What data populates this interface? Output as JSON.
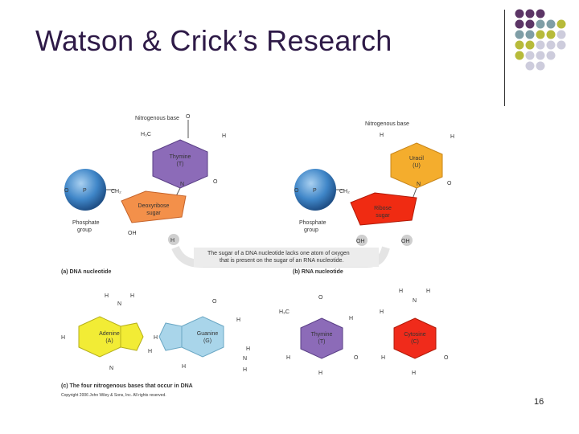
{
  "slide": {
    "title": "Watson & Crick’s Research",
    "page_number": "16"
  },
  "colors": {
    "title": "#2e1a47",
    "dot_purple": "#5c3566",
    "dot_teal": "#7f9ea6",
    "dot_olive": "#b7bb3a",
    "dot_lavender": "#cdccdc",
    "thymine": "#8c6bb8",
    "uracil": "#f4ad2d",
    "deoxyribose": "#f3904a",
    "ribose": "#f02b12",
    "adenine": "#f2ec35",
    "guanine": "#a9d5ea",
    "cytosine": "#f02b1b",
    "phosphate": "#3f86c8"
  },
  "figure": {
    "nitrogenous_base_a": "Nitrogenous base",
    "nitrogenous_base_b": "Nitrogenous base",
    "thymine_name": "Thymine",
    "thymine_abbr": "(T)",
    "uracil_name": "Uracil",
    "uracil_abbr": "(U)",
    "deoxyribose_1": "Deoxyribose",
    "deoxyribose_2": "sugar",
    "ribose_1": "Ribose",
    "ribose_2": "sugar",
    "phosphate_group_1": "Phosphate",
    "phosphate_group_2": "group",
    "phosphate_b_1": "Phosphate",
    "phosphate_b_2": "group",
    "ch2_a": "CH",
    "ch2_b": "CH",
    "h3c_a": "H",
    "h3c_b": "H",
    "note_line1": "The sugar of a DNA nucleotide lacks one atom of oxygen",
    "note_line2": "that is present on the sugar of an RNA nucleotide.",
    "caption_a": "(a) DNA nucleotide",
    "caption_b": "(b) RNA nucleotide",
    "caption_c": "(c) The four nitrogenous bases that occur in DNA",
    "adenine_name": "Adenine",
    "adenine_abbr": "(A)",
    "guanine_name": "Guanine",
    "guanine_abbr": "(G)",
    "thymine2_name": "Thymine",
    "thymine2_abbr": "(T)",
    "cytosine_name": "Cytosine",
    "cytosine_abbr": "(C)",
    "copyright": "Copyright 2006 John Wiley & Sons, Inc. All rights reserved."
  }
}
